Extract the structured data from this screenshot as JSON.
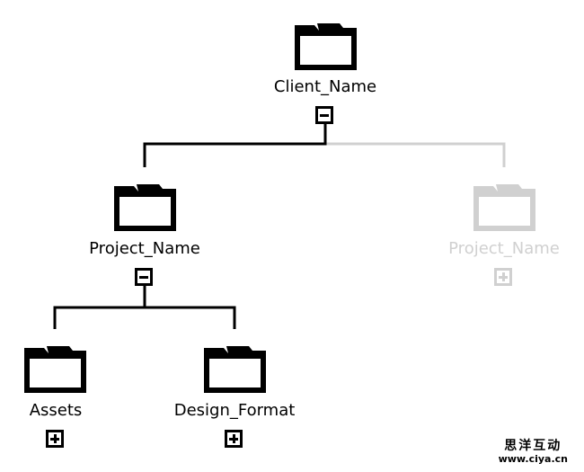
{
  "tree": {
    "root": {
      "label": "Client_Name",
      "toggle": "collapse",
      "icon": "folder-icon"
    },
    "children": [
      {
        "label": "Project_Name",
        "toggle": "collapse",
        "icon": "folder-icon",
        "state": "active",
        "children": [
          {
            "label": "Assets",
            "toggle": "expand",
            "icon": "folder-icon"
          },
          {
            "label": "Design_Format",
            "toggle": "expand",
            "icon": "folder-icon"
          }
        ]
      },
      {
        "label": "Project_Name",
        "toggle": "expand",
        "icon": "folder-icon",
        "state": "muted"
      }
    ]
  },
  "colors": {
    "active": "#000000",
    "muted": "#d0d0d0",
    "background": "#ffffff"
  },
  "watermark": {
    "text_cn": "思洋互动",
    "url": "www.ciya.cn"
  }
}
